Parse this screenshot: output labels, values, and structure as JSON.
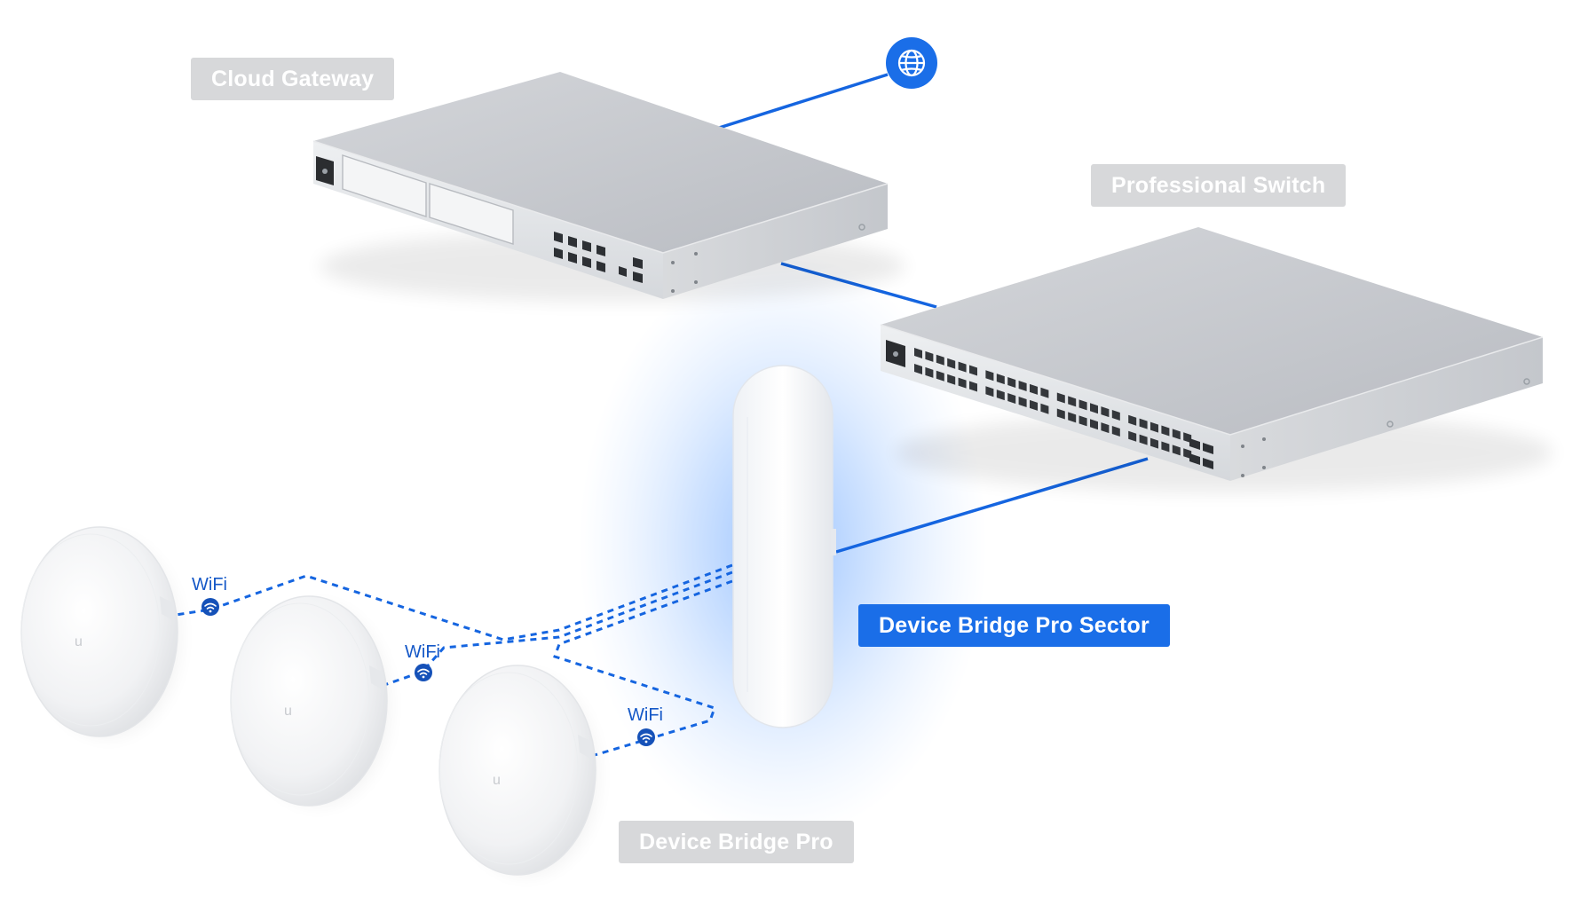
{
  "labels": {
    "cloud_gateway": "Cloud Gateway",
    "professional_switch": "Professional Switch",
    "sector": "Device Bridge Pro Sector",
    "bridge_pro": "Device Bridge Pro",
    "wifi": [
      "WiFi",
      "WiFi",
      "WiFi"
    ]
  },
  "icons": {
    "internet": "globe-icon",
    "wifi_link": "wifi-icon"
  },
  "colors": {
    "link_blue": "#1565e0",
    "accent_blue": "#1a6ee8",
    "wifi_badge": "#1551b8",
    "label_grey": "#d7d8da",
    "device_silver": "#c9ccd1"
  }
}
